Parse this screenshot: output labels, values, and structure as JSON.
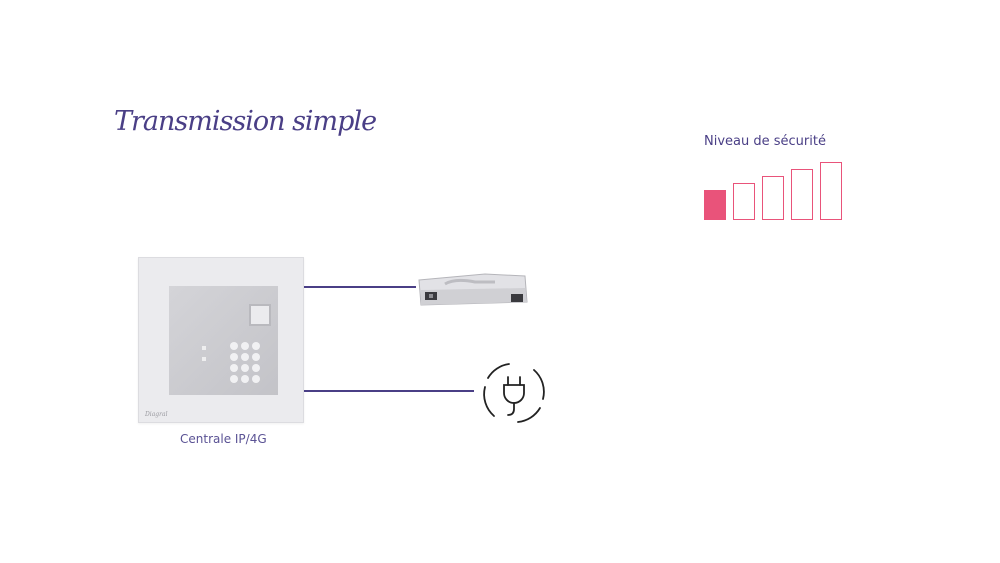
{
  "title": "Transmission simple",
  "security": {
    "label": "Niveau de sécurité",
    "level": 1,
    "max_level": 5,
    "filled_color": "#e9537a",
    "outline_color": "#e9537a"
  },
  "central": {
    "label": "Centrale IP/4G",
    "brand": "Diagral"
  },
  "colors": {
    "title": "#4a3f86",
    "connector": "#4a3f86"
  },
  "icons": {
    "router": "router-icon",
    "power": "power-plug-icon"
  }
}
